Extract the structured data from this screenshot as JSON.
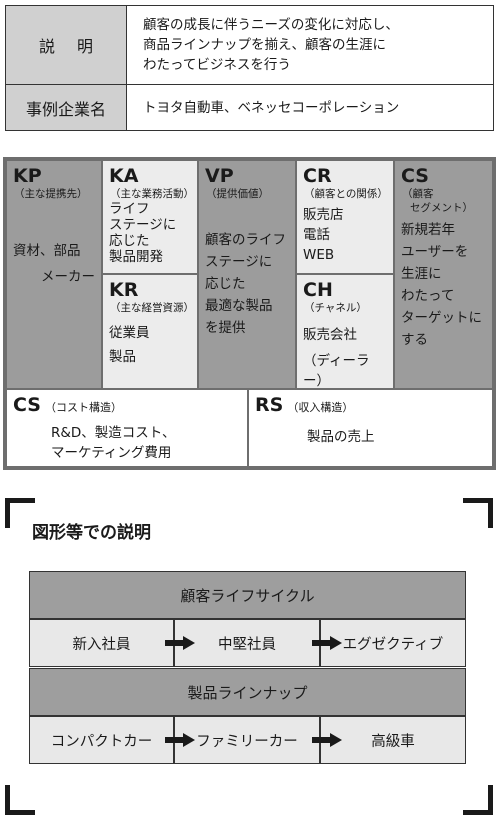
{
  "description_table": {
    "rows": [
      {
        "label": "説明",
        "lines": [
          "顧客の成長に伴うニーズの変化に対応し、",
          "商品ラインナップを揃え、顧客の生涯に",
          "わたってビジネスを行う"
        ]
      },
      {
        "label": "事例企業名",
        "lines": [
          "トヨタ自動車、ベネッセコーポレーション"
        ]
      }
    ]
  },
  "canvas": {
    "kp": {
      "code": "KP",
      "sub": "（主な提携先）",
      "lines": [
        "資材、部品",
        "メーカー"
      ]
    },
    "ka": {
      "code": "KA",
      "sub": "（主な業務活動）",
      "lines": [
        "ライフ",
        "ステージに",
        "応じた",
        "製品開発"
      ]
    },
    "kr": {
      "code": "KR",
      "sub": "（主な経営資源）",
      "lines": [
        "従業員",
        "製品"
      ]
    },
    "vp": {
      "code": "VP",
      "sub": "（提供価値）",
      "lines": [
        "顧客のライフ",
        "ステージに",
        "応じた",
        "最適な製品",
        "を提供"
      ]
    },
    "cr": {
      "code": "CR",
      "sub": "（顧客との関係）",
      "lines": [
        "販売店",
        "電話",
        "WEB"
      ]
    },
    "ch": {
      "code": "CH",
      "sub": "（チャネル）",
      "lines": [
        "販売会社",
        "（ディーラー）"
      ]
    },
    "cs": {
      "code": "CS",
      "sub_lines": [
        "（顧客",
        "セグメント）"
      ],
      "lines": [
        "新規若年",
        "ユーザーを",
        "生涯に",
        "わたって",
        "ターゲットに",
        "する"
      ]
    },
    "cost": {
      "code": "CS",
      "sub": "（コスト構造）",
      "lines": [
        "R&D、製造コスト、",
        "マーケティング費用"
      ]
    },
    "revenue": {
      "code": "RS",
      "sub": "（収入構造）",
      "lines": [
        "製品の売上"
      ]
    }
  },
  "section_title": "図形等での説明",
  "flow": {
    "band1": "顧客ライフサイクル",
    "row1": [
      "新入社員",
      "中堅社員",
      "エグゼクティブ"
    ],
    "band2": "製品ラインナップ",
    "row2": [
      "コンパクトカー",
      "ファミリーカー",
      "高級車"
    ]
  },
  "colors": {
    "canvas_frame": "#6e6e6e",
    "dark_cell": "#9c9c9c",
    "light_cell": "#ececec",
    "label_fill": "#d0d0d0",
    "band_fill": "#9e9e9e",
    "box_fill": "#e8e8e8"
  }
}
